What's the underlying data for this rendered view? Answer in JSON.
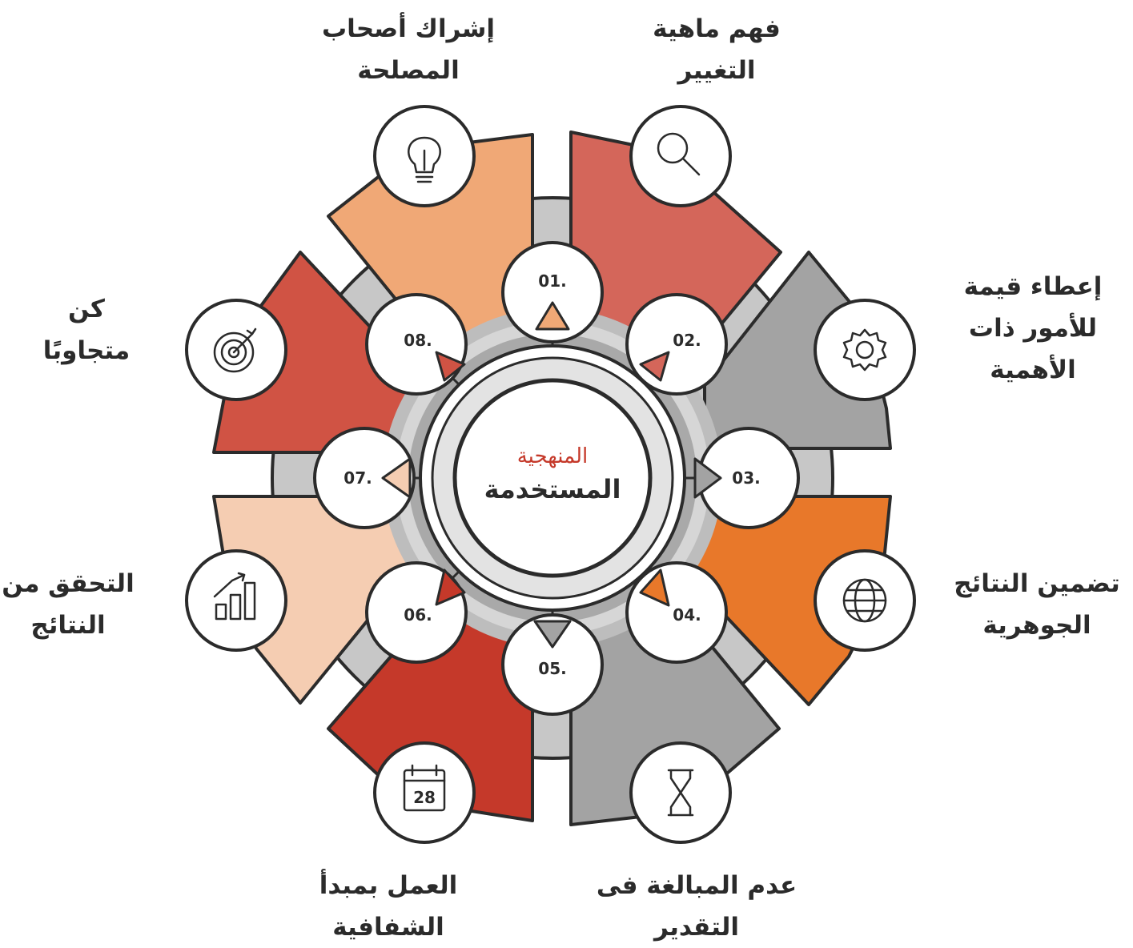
{
  "center": {
    "title": "المنهجية",
    "subtitle": "المستخدمة"
  },
  "colors": {
    "c1": "#d4665a",
    "c2": "#a3a3a3",
    "c3": "#e8782a",
    "c4": "#a3a3a3",
    "c5": "#c5392a",
    "c6": "#f5cdb2",
    "c7": "#d05344",
    "c8": "#f0a876",
    "ring": "#c7c7c7",
    "outline": "#2b2b2b",
    "accent_text": "#c5392a"
  },
  "steps": [
    {
      "number": "01.",
      "label": [
        "فهم ماهية",
        "التغيير"
      ],
      "icon": "magnifier-icon"
    },
    {
      "number": "02.",
      "label": [
        "إعطاء قيمة",
        "للأمور ذات",
        "الأهمية"
      ],
      "icon": "gear-icon"
    },
    {
      "number": "03.",
      "label": [],
      "icon": ""
    },
    {
      "number": "04.",
      "label": [
        "تضمين النتائج",
        "الجوهرية"
      ],
      "icon": "globe-icon"
    },
    {
      "number": "05.",
      "label": [
        "عدم المبالغة فى",
        "التقدير"
      ],
      "icon": "hourglass-icon"
    },
    {
      "number": "06.",
      "label": [
        "العمل بمبدأ",
        "الشفافية"
      ],
      "icon": "calendar-icon",
      "icon_text": "28"
    },
    {
      "number": "07.",
      "label": [
        "التحقق من",
        "النتائج"
      ],
      "icon": "growth-chart-icon"
    },
    {
      "number": "08.",
      "label": [
        "كن",
        "متجاوبًا"
      ],
      "icon": "target-icon"
    }
  ],
  "top_left_label": [
    "إشراك أصحاب",
    "المصلحة"
  ],
  "top_left_icon": "lightbulb-icon"
}
